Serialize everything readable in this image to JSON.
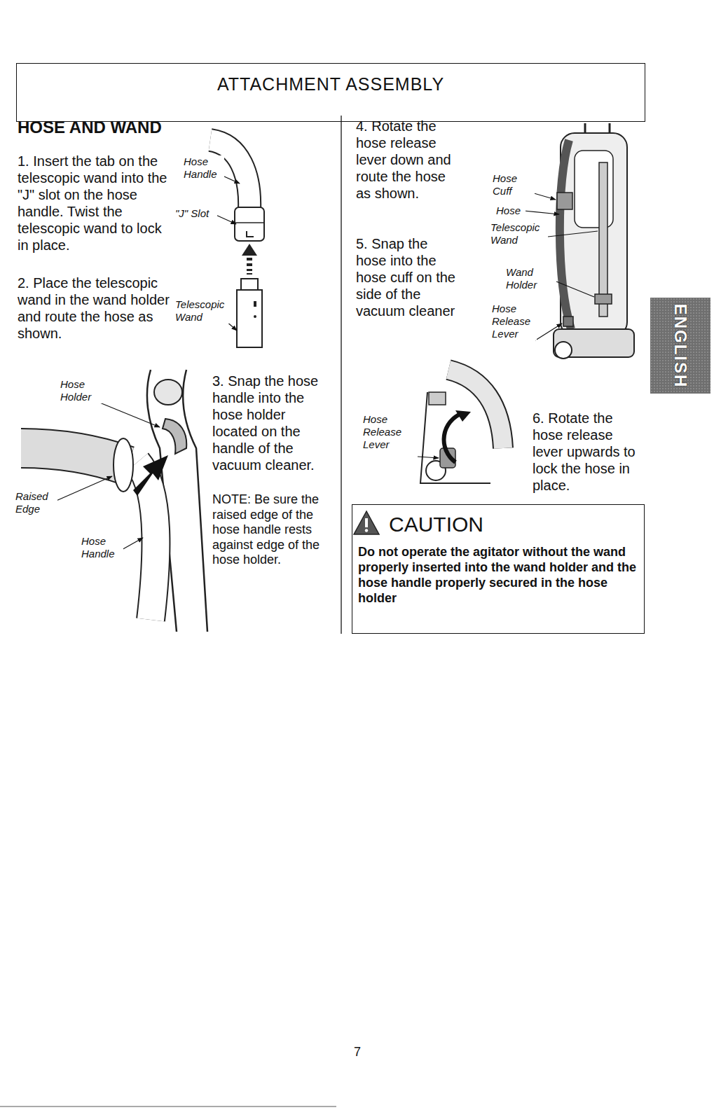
{
  "diagram": {
    "nodes": [
      {
        "text": [
          "ATTACHMENT ASSEMBLY"
        ]
      },
      {
        "text": [
          "CAUTION",
          "Do not operate the agitator without the wand properly inserted into the wand holder and the hose handle properly secured in the hose holder"
        ]
      },
      {
        "text": [
          "ENGLISH"
        ]
      }
    ],
    "labels": [
      "HOSE AND WAND",
      "1. Insert the tab on the telescopic wand into the \"J\" slot on the hose handle. Twist the telescopic wand to lock in place.",
      "2. Place the telescopic wand in the wand holder and route the hose as shown.",
      "Hose Handle",
      "\"J\" Slot",
      "Telescopic Wand",
      "Hose Holder",
      "Raised Edge",
      "Hose Handle",
      "3. Snap the hose handle into the hose holder located on the handle of the vacuum cleaner.",
      "NOTE: Be sure the raised edge of the hose handle rests against edge of the hose holder.",
      "4. Rotate the hose release lever down and route the hose as shown.",
      "5. Snap the hose into the hose cuff on the side of the vacuum cleaner",
      "Hose Cuff",
      "Hose",
      "Telescopic Wand",
      "Wand Holder",
      "Hose Release Lever",
      "Hose Release Lever",
      "6. Rotate the hose release lever upwards to lock the hose in place.",
      "7"
    ]
  }
}
